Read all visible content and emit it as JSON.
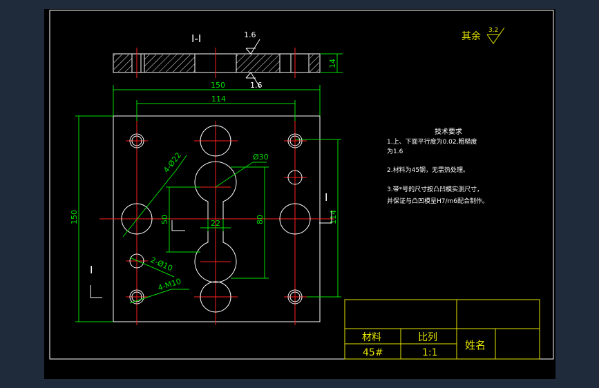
{
  "section_title": "I-I",
  "section_marker": "I",
  "roughness": {
    "others_label": "其余",
    "others_value": "3.2",
    "top_value": "1.6",
    "bottom_value": "1.6"
  },
  "dimensions": {
    "width_150": "150",
    "width_114": "114",
    "height_150": "150",
    "height_114": "114",
    "thickness": "14",
    "slot_height_80": "80",
    "slot_height_50": "50",
    "slot_width_22": "22",
    "dia_30": "Ø30",
    "dia_22": "4-Ø22",
    "dia_10": "2-Ø10",
    "thread_m10": "4-M10"
  },
  "tech_requirements": {
    "title": "技术要求",
    "items": [
      "1.上、下面平行度为0.02,粗糙度",
      "为1.6",
      "2.材料为45钢，无需热处理。",
      "3.带*号的尺寸按凸凹模实测尺寸，",
      "并保证与凸凹模呈H7/m6配合制作。"
    ]
  },
  "title_block": {
    "material_label": "材料",
    "material_value": "45#",
    "scale_label": "比列",
    "scale_value": "1:1",
    "name_label": "姓名"
  }
}
